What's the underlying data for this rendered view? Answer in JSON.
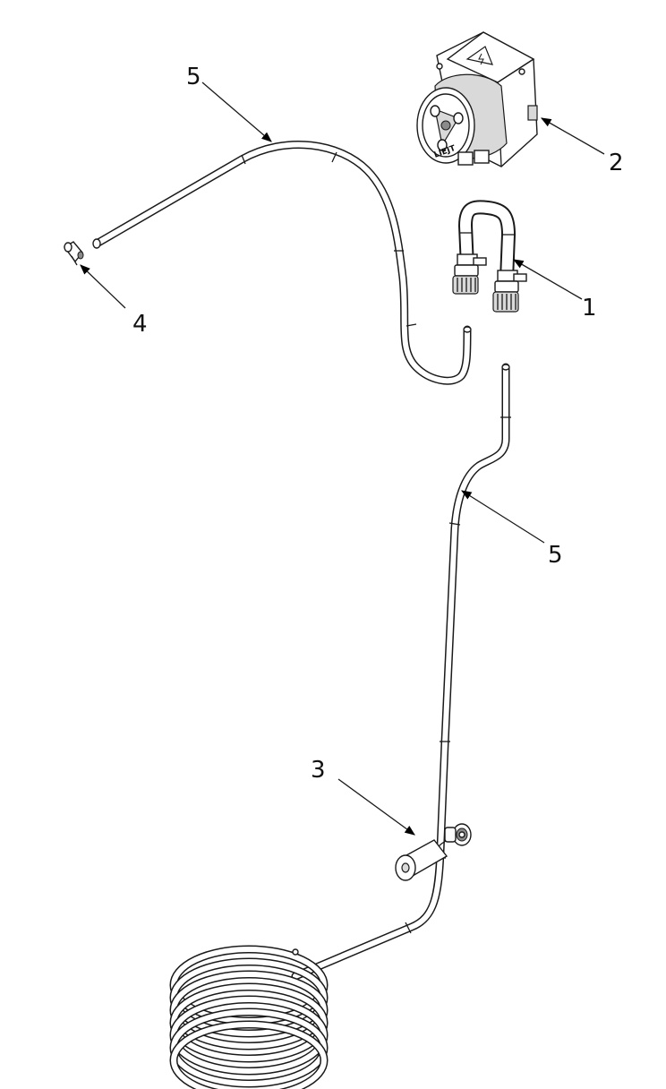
{
  "callouts": [
    {
      "id": "c5a",
      "label": "5"
    },
    {
      "id": "c2",
      "label": "2"
    },
    {
      "id": "c4",
      "label": "4"
    },
    {
      "id": "c1",
      "label": "1"
    },
    {
      "id": "c5b",
      "label": "5"
    },
    {
      "id": "c3",
      "label": "3"
    }
  ],
  "pump_label": "LIEJT",
  "colors": {
    "line": "#1a1a1a",
    "background": "#ffffff",
    "shade": "#d9d9d9"
  }
}
